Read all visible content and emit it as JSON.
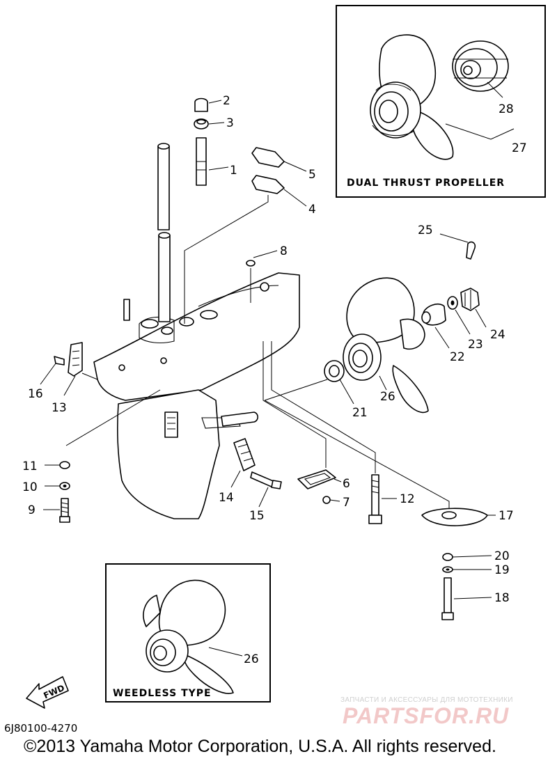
{
  "callouts": {
    "c1": "1",
    "c2": "2",
    "c3": "3",
    "c4": "4",
    "c5": "5",
    "c6": "6",
    "c7": "7",
    "c8": "8",
    "c9": "9",
    "c10": "10",
    "c11": "11",
    "c12": "12",
    "c13": "13",
    "c14": "14",
    "c15": "15",
    "c16": "16",
    "c17": "17",
    "c18": "18",
    "c19": "19",
    "c20": "20",
    "c21": "21",
    "c22": "22",
    "c23": "23",
    "c24": "24",
    "c25": "25",
    "c26a": "26",
    "c26b": "26",
    "c27": "27",
    "c28": "28"
  },
  "insets": {
    "dual_thrust": "DUAL THRUST PROPELLER",
    "weedless": "WEEDLESS TYPE"
  },
  "fwd_label": "FWD",
  "diagram_code": "6J80100-4270",
  "copyright": "©2013 Yamaha Motor Corporation, U.S.A. All rights reserved.",
  "watermark": {
    "tagline": "ЗАПЧАСТИ И АКСЕССУАРЫ ДЛЯ МОТОТЕХНИКИ",
    "logo": "PARTSFOR.RU"
  }
}
